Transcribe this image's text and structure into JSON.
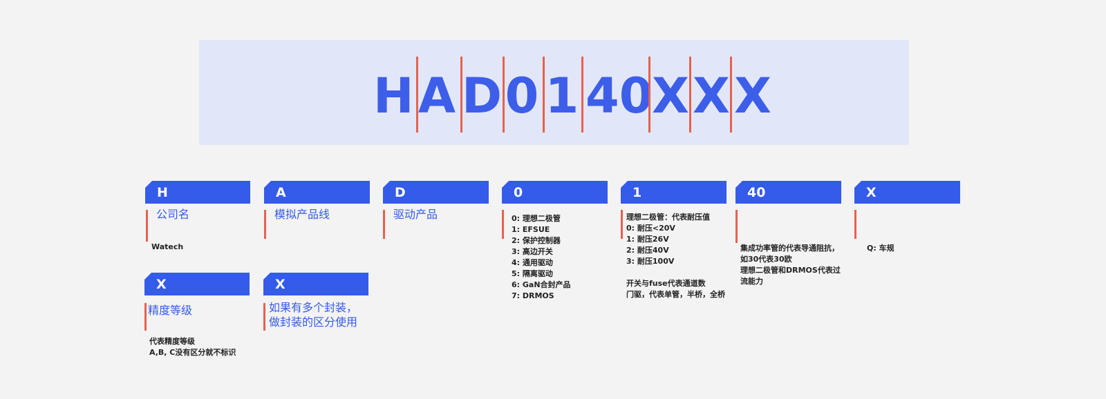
{
  "code": {
    "segments": [
      "H",
      "A",
      "D",
      "0",
      "1",
      "40",
      "X",
      "X",
      "X"
    ]
  },
  "cards": [
    {
      "label": "H",
      "title": "公司名",
      "desc": "Watech"
    },
    {
      "label": "A",
      "title": "模拟产品线",
      "desc": ""
    },
    {
      "label": "D",
      "title": "驱动产品",
      "desc": ""
    },
    {
      "label": "0",
      "title": "",
      "desc": "0: 理想二极管\n1: EFSUE\n2: 保护控制器\n3: 高边开关\n4: 通用驱动\n5: 隔离驱动\n6: GaN合封产品\n7: DRMOS"
    },
    {
      "label": "1",
      "title": "",
      "desc": "理想二极管：代表耐压值\n0: 耐压<20V\n1: 耐压26V\n2: 耐压40V\n3: 耐压100V\n\n开关与fuse代表通道数\n门驱，代表单管，半桥，全桥"
    },
    {
      "label": "40",
      "title": "",
      "desc": "集成功率管的代表导通阻抗，\n如30代表30欧\n理想二极管和DRMOS代表过\n流能力"
    },
    {
      "label": "X",
      "title": "",
      "desc": "Q: 车规"
    },
    {
      "label": "X",
      "title": "精度等级",
      "desc": "代表精度等级\nA,B, C没有区分就不标识"
    },
    {
      "label": "X",
      "title": "如果有多个封装，\n做封装的区分使用",
      "desc": ""
    }
  ]
}
